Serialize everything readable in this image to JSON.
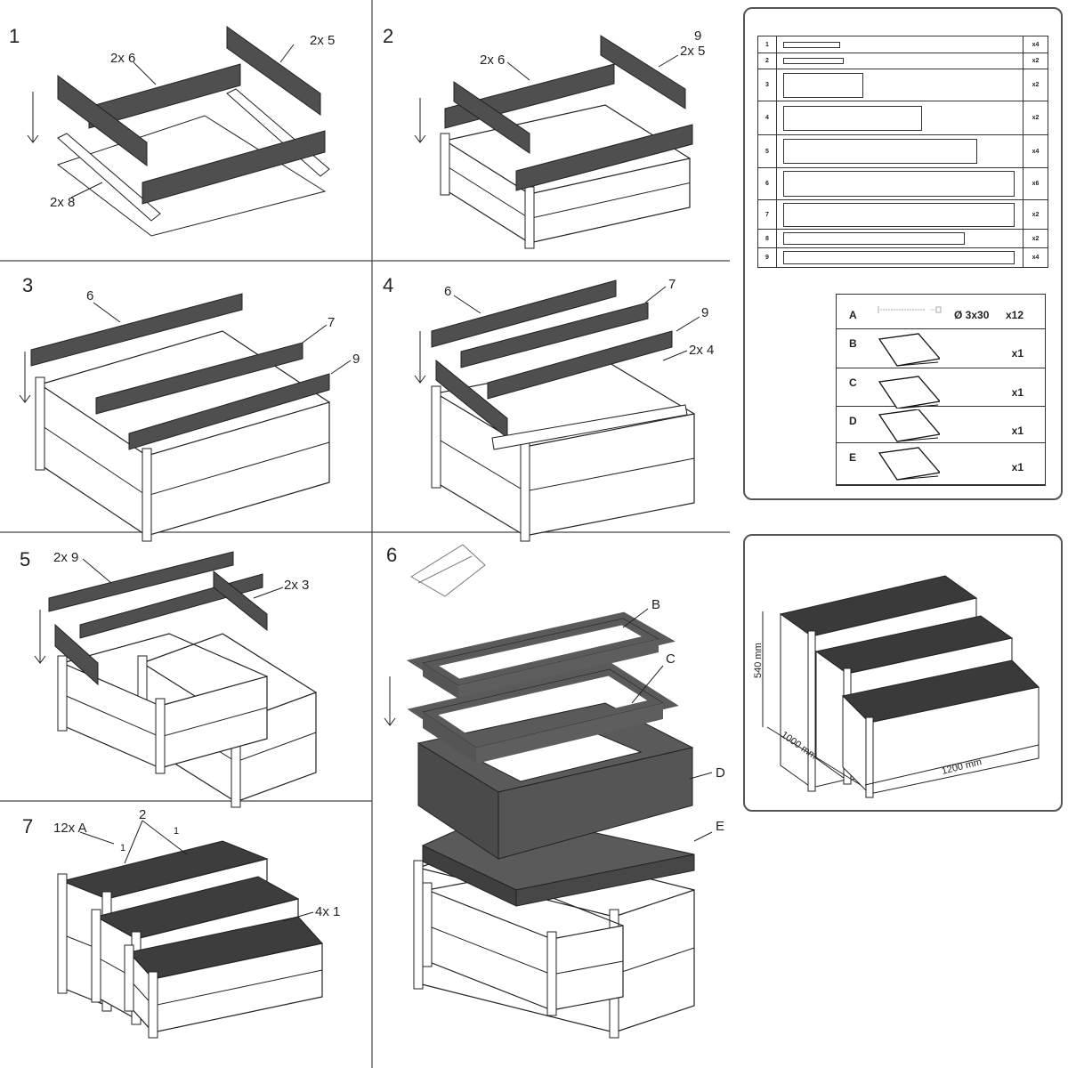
{
  "steps": {
    "s1": {
      "number": "1",
      "labels": {
        "board6": "2x 6",
        "board5": "2x 5",
        "board8": "2x 8"
      }
    },
    "s2": {
      "number": "2",
      "labels": {
        "board9": "9",
        "board5": "2x 5",
        "board6": "2x 6"
      }
    },
    "s3": {
      "number": "3",
      "labels": {
        "board6": "6",
        "board7": "7",
        "board9": "9"
      }
    },
    "s4": {
      "number": "4",
      "labels": {
        "board6": "6",
        "board7": "7",
        "board9": "9",
        "board4": "2x 4"
      }
    },
    "s5": {
      "number": "5",
      "labels": {
        "board9": "2x 9",
        "board3": "2x 3"
      }
    },
    "s6": {
      "number": "6",
      "labels": {
        "b": "B",
        "c": "C",
        "d": "D",
        "e": "E"
      }
    },
    "s7": {
      "number": "7",
      "labels": {
        "screws": "12x A",
        "two": "2",
        "one_a": "1",
        "one_b": "1",
        "board1": "4x 1"
      }
    }
  },
  "parts_list": [
    {
      "id": "1",
      "qty": "x4"
    },
    {
      "id": "2",
      "qty": "x2"
    },
    {
      "id": "3",
      "qty": "x2"
    },
    {
      "id": "4",
      "qty": "x2"
    },
    {
      "id": "5",
      "qty": "x4"
    },
    {
      "id": "6",
      "qty": "x6"
    },
    {
      "id": "7",
      "qty": "x2"
    },
    {
      "id": "8",
      "qty": "x2"
    },
    {
      "id": "9",
      "qty": "x4"
    }
  ],
  "hardware": [
    {
      "id": "A",
      "spec": "Ø 3x30",
      "qty": "x12"
    },
    {
      "id": "B",
      "qty": "x1"
    },
    {
      "id": "C",
      "qty": "x1"
    },
    {
      "id": "D",
      "qty": "x1"
    },
    {
      "id": "E",
      "qty": "x1"
    }
  ],
  "dimensions": {
    "height": "540 mm",
    "depth": "1000 mm",
    "width": "1200 mm"
  },
  "colors": {
    "board": "#4f4f4f",
    "liner": "#5a5a5a",
    "line": "#222222"
  }
}
